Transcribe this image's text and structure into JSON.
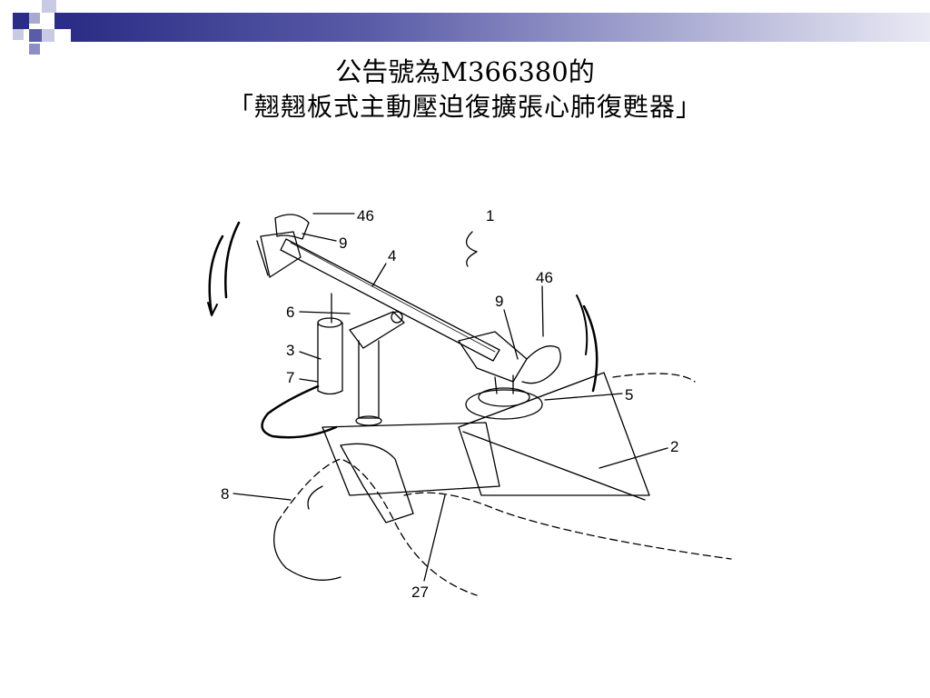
{
  "slide": {
    "title_line1": "公告號為M366380的",
    "title_line2": "「翹翹板式主動壓迫復擴張心肺復甦器」"
  },
  "figure": {
    "labels": [
      "46",
      "1",
      "9",
      "4",
      "46",
      "9",
      "6",
      "3",
      "7",
      "5",
      "2",
      "8",
      "27"
    ]
  },
  "colors": {
    "accent_dark": "#2b2d86",
    "accent_mid": "#5a5ca8",
    "accent_light": "#a9aad2"
  }
}
